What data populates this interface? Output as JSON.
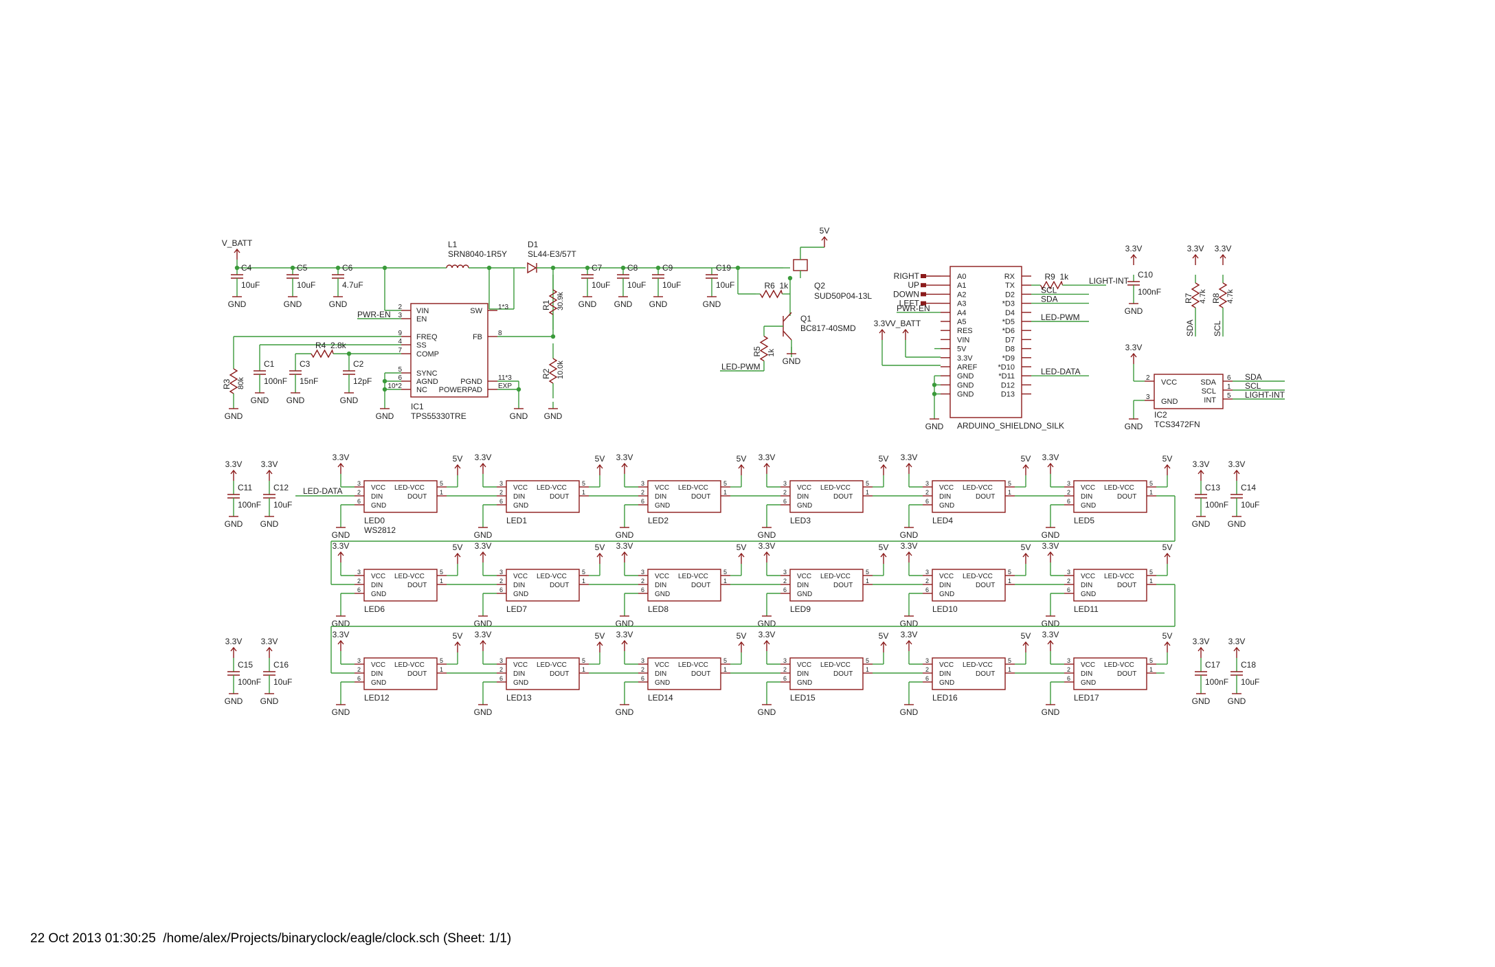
{
  "footer": {
    "text": "22 Oct 2013 01:30:25  /home/alex/Projects/binaryclock/eagle/clock.sch (Sheet: 1/1)"
  },
  "colors": {
    "part": "#8b1a1a",
    "wire": "#3a9a3a",
    "label": "#222222"
  },
  "power": {
    "vbatt": "V_BATT",
    "v5": "5V",
    "v33": "3.3V",
    "gnd": "GND"
  },
  "nets": {
    "pwr_en": "PWR-EN",
    "led_pwm": "LED-PWM",
    "led_data": "LED-DATA",
    "light_int": "LIGHT-INT",
    "sda": "SDA",
    "scl": "SCL"
  },
  "regulator": {
    "ref": "IC1",
    "value": "TPS55330TRE",
    "pins_left": [
      {
        "num": "2",
        "name": "VIN"
      },
      {
        "num": "3",
        "name": "EN"
      },
      {
        "num": "9",
        "name": "FREQ"
      },
      {
        "num": "4",
        "name": "SS"
      },
      {
        "num": "7",
        "name": "COMP"
      },
      {
        "num": "5",
        "name": "SYNC"
      },
      {
        "num": "6",
        "name": "AGND"
      },
      {
        "num": "10*2",
        "name": "NC"
      }
    ],
    "pins_right": [
      {
        "num": "1*3",
        "name": "SW"
      },
      {
        "num": "8",
        "name": "FB"
      },
      {
        "num": "11*3",
        "name": "PGND"
      },
      {
        "num": "EXP",
        "name": "POWERPAD"
      }
    ]
  },
  "inductor": {
    "ref": "L1",
    "value": "SRN8040-1R5Y"
  },
  "diode": {
    "ref": "D1",
    "value": "SL44-E3/57T"
  },
  "mosfet": {
    "ref": "Q2",
    "value": "SUD50P04-13L"
  },
  "transistor": {
    "ref": "Q1",
    "value": "BC817-40SMD"
  },
  "caps": {
    "c4": {
      "ref": "C4",
      "value": "10uF"
    },
    "c5": {
      "ref": "C5",
      "value": "10uF"
    },
    "c6": {
      "ref": "C6",
      "value": "4.7uF"
    },
    "c7": {
      "ref": "C7",
      "value": "10uF"
    },
    "c8": {
      "ref": "C8",
      "value": "10uF"
    },
    "c9": {
      "ref": "C9",
      "value": "10uF"
    },
    "c19": {
      "ref": "C19",
      "value": "10uF"
    },
    "c1": {
      "ref": "C1",
      "value": "100nF"
    },
    "c3": {
      "ref": "C3",
      "value": "15nF"
    },
    "c2": {
      "ref": "C2",
      "value": "12pF"
    },
    "c10": {
      "ref": "C10",
      "value": "100nF"
    },
    "c11": {
      "ref": "C11",
      "value": "100nF"
    },
    "c12": {
      "ref": "C12",
      "value": "10uF"
    },
    "c13": {
      "ref": "C13",
      "value": "100nF"
    },
    "c14": {
      "ref": "C14",
      "value": "10uF"
    },
    "c15": {
      "ref": "C15",
      "value": "100nF"
    },
    "c16": {
      "ref": "C16",
      "value": "10uF"
    },
    "c17": {
      "ref": "C17",
      "value": "100nF"
    },
    "c18": {
      "ref": "C18",
      "value": "10uF"
    }
  },
  "resistors": {
    "r1": {
      "ref": "R1",
      "value": "30.9k"
    },
    "r2": {
      "ref": "R2",
      "value": "10.0k"
    },
    "r3": {
      "ref": "R3",
      "value": "80k"
    },
    "r4": {
      "ref": "R4",
      "value": "2.8k"
    },
    "r5": {
      "ref": "R5",
      "value": "1k"
    },
    "r6": {
      "ref": "R6",
      "value": "1k"
    },
    "r7": {
      "ref": "R7",
      "value": "4.7k"
    },
    "r8": {
      "ref": "R8",
      "value": "4.7k"
    },
    "r9": {
      "ref": "R9",
      "value": "1k"
    }
  },
  "arduino": {
    "name": "ARDUINO_SHIELDNO_SILK",
    "buttons": [
      "RIGHT",
      "UP",
      "DOWN",
      "LEFT"
    ],
    "left": [
      "A0",
      "A1",
      "A2",
      "A3",
      "A4",
      "A5",
      "RES",
      "VIN",
      "5V",
      "3.3V",
      "AREF",
      "GND",
      "GND",
      "GND"
    ],
    "right": [
      "RX",
      "TX",
      "D2",
      "*D3",
      "D4",
      "*D5",
      "*D6",
      "D7",
      "D8",
      "*D9",
      "*D10",
      "*D11",
      "D12",
      "D13"
    ]
  },
  "sensor": {
    "ref": "IC2",
    "value": "TCS3472FN",
    "left": [
      {
        "num": "2",
        "name": "VCC"
      },
      {
        "num": "3",
        "name": "GND"
      }
    ],
    "right": [
      {
        "num": "6",
        "name": "SDA"
      },
      {
        "num": "1",
        "name": "SCL"
      },
      {
        "num": "5",
        "name": "INT"
      }
    ]
  },
  "led_part": {
    "value": "WS2812",
    "pin_vcc": "VCC",
    "pin_ledvcc": "LED-VCC",
    "pin_din": "DIN",
    "pin_dout": "DOUT",
    "pin_gnd": "GND",
    "pins_left": [
      "3",
      "2",
      "6"
    ],
    "pins_right": [
      "5",
      "1"
    ]
  },
  "leds": [
    "LED0",
    "LED1",
    "LED2",
    "LED3",
    "LED4",
    "LED5",
    "LED6",
    "LED7",
    "LED8",
    "LED9",
    "LED10",
    "LED11",
    "LED12",
    "LED13",
    "LED14",
    "LED15",
    "LED16",
    "LED17"
  ]
}
